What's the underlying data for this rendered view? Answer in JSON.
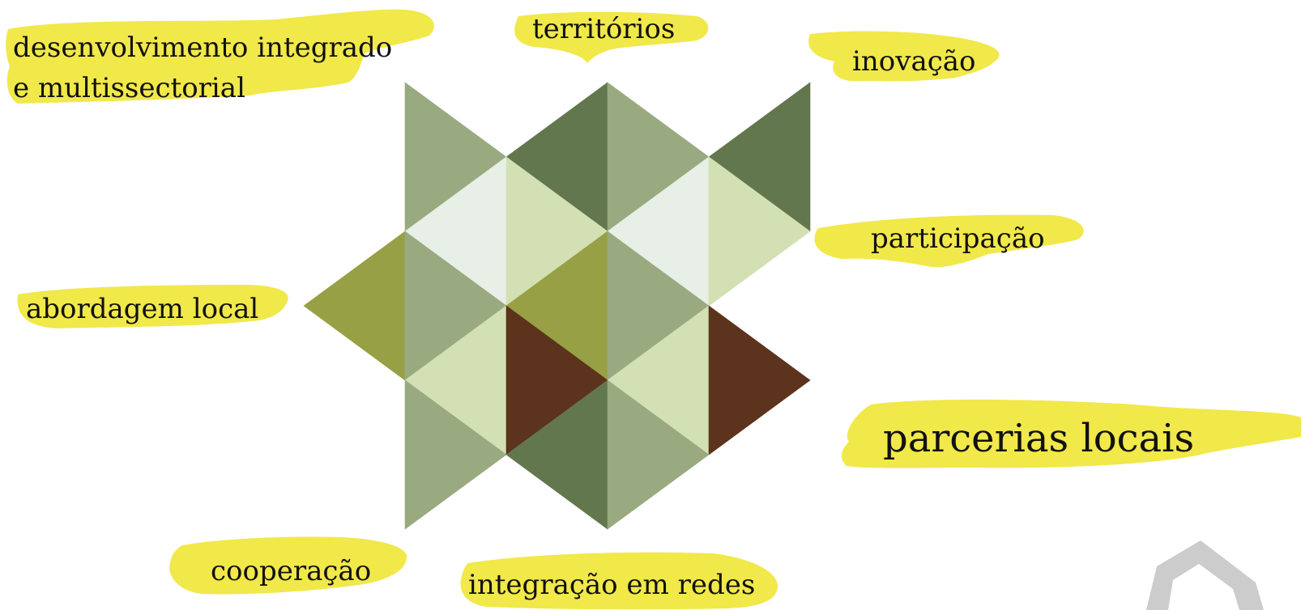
{
  "labels": {
    "desenvolvimento_line1": "desenvolvimento integrado",
    "desenvolvimento_line2": "e multissectorial",
    "territorios": "territórios",
    "inovacao": "inovação",
    "participacao": "participação",
    "abordagem": "abordagem local",
    "parcerias": "parcerias locais",
    "cooperacao": "cooperação",
    "integracao": "integração em redes"
  },
  "colors": {
    "highlight": "#f1e84a",
    "sage": "#9aaa80",
    "dark_green": "#62774d",
    "pale": "#e7efe6",
    "light_green": "#d3e0b3",
    "olive": "#97a044",
    "brown": "#5c331c",
    "logo_gray": "#cccccc"
  },
  "decoration": {
    "corner_logo": "partial-gray-hexagon-outline-icon"
  }
}
